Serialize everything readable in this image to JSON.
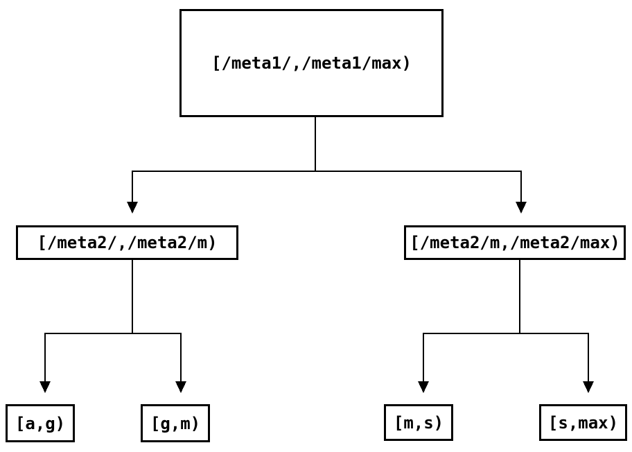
{
  "page": {
    "background_color": "#ffffff",
    "line_color": "#000000",
    "text_color": "#000000"
  },
  "diagram": {
    "type": "interval-partition-tree",
    "nodes": {
      "root": {
        "label": "[/meta1/,/meta1/max)"
      },
      "left": {
        "label": "[/meta2/,/meta2/m)"
      },
      "right": {
        "label": "[/meta2/m,/meta2/max)"
      },
      "left_left": {
        "label": "[a,g)"
      },
      "left_right": {
        "label": "[g,m)"
      },
      "right_left": {
        "label": "[m,s)"
      },
      "right_right": {
        "label": "[s,max)"
      }
    },
    "edges": [
      {
        "from": "root",
        "to": "left"
      },
      {
        "from": "root",
        "to": "right"
      },
      {
        "from": "left",
        "to": "left_left"
      },
      {
        "from": "left",
        "to": "left_right"
      },
      {
        "from": "right",
        "to": "right_left"
      },
      {
        "from": "right",
        "to": "right_right"
      }
    ]
  }
}
